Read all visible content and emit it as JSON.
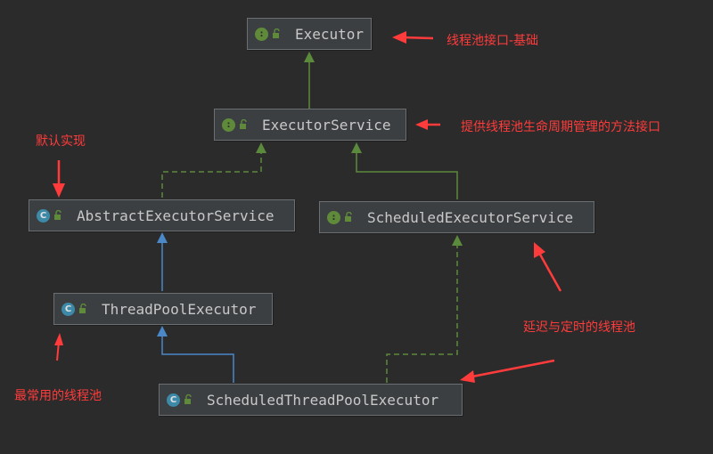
{
  "nodes": {
    "executor": {
      "name": "Executor",
      "kind": "interface",
      "badge": ":"
    },
    "executor_service": {
      "name": "ExecutorService",
      "kind": "interface",
      "badge": ":"
    },
    "abstract_executor_service": {
      "name": "AbstractExecutorService",
      "kind": "class",
      "badge": "C"
    },
    "scheduled_executor_service": {
      "name": "ScheduledExecutorService",
      "kind": "interface",
      "badge": ":"
    },
    "thread_pool_executor": {
      "name": "ThreadPoolExecutor",
      "kind": "class",
      "badge": "C"
    },
    "scheduled_thread_pool_executor": {
      "name": "ScheduledThreadPoolExecutor",
      "kind": "class",
      "badge": "C"
    }
  },
  "annotations": {
    "executor_note": "线程池接口-基础",
    "executor_service_note": "提供线程池生命周期管理的方法接口",
    "abstract_note": "默认实现",
    "scheduled_note": "延迟与定时的线程池",
    "thread_pool_note": "最常用的线程池"
  },
  "colors": {
    "background": "#2b2b2b",
    "interface_badge": "#5f8a3a",
    "class_badge": "#3d8aa8",
    "extends_arrow": "#5c8a3c",
    "class_extends_arrow": "#4a88c7",
    "annotation": "#ff3b3b"
  },
  "icons": {
    "interface": "interface-badge-icon",
    "class": "class-badge-icon",
    "visibility": "open-lock-icon"
  }
}
